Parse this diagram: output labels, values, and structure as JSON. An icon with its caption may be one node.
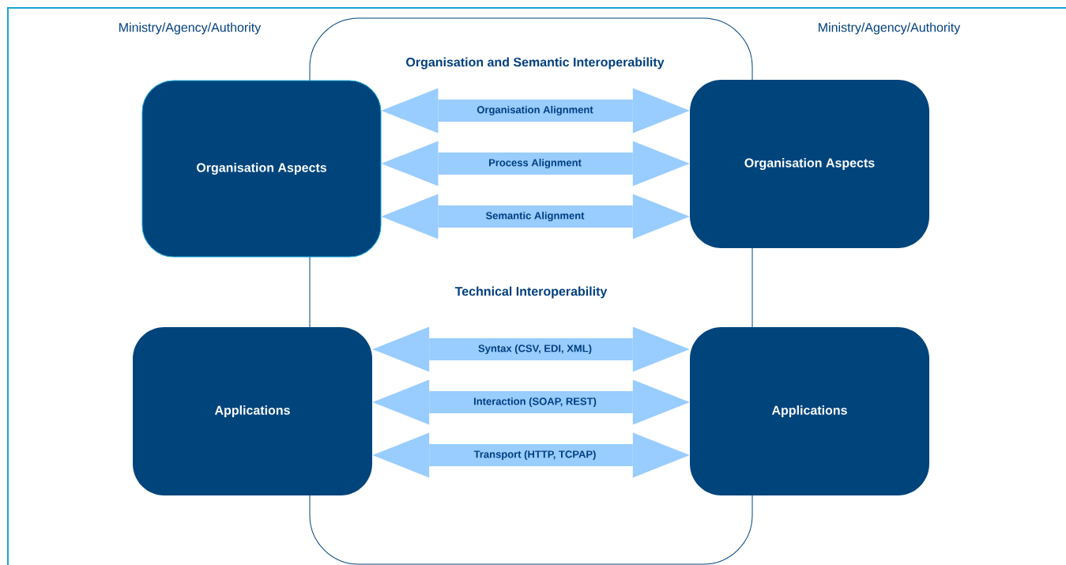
{
  "diagram": {
    "nodes": [
      {
        "text": [
          "Organisation Aspects"
        ]
      },
      {
        "text": [
          "Organisation Aspects"
        ]
      },
      {
        "text": [
          "Applications"
        ]
      },
      {
        "text": [
          "Applications"
        ]
      }
    ],
    "edges": [
      {
        "from": 0,
        "to": 1,
        "arrow": "both",
        "label": "Organisation Alignment"
      },
      {
        "from": 0,
        "to": 1,
        "arrow": "both",
        "label": "Process Alignment"
      },
      {
        "from": 0,
        "to": 1,
        "arrow": "both",
        "label": "Semantic Alignment"
      },
      {
        "from": 2,
        "to": 3,
        "arrow": "both",
        "label": "Syntax (CSV, EDI, XML)"
      },
      {
        "from": 2,
        "to": 3,
        "arrow": "both",
        "label": "Interaction (SOAP, REST)"
      },
      {
        "from": 2,
        "to": 3,
        "arrow": "both",
        "label": "Transport (HTTP, TCPAP)"
      }
    ],
    "labels": [
      "Ministry/Agency/Authority",
      "Ministry/Agency/Authority",
      "Organisation and Semantic Interoperability",
      "Technical Interoperability"
    ]
  }
}
